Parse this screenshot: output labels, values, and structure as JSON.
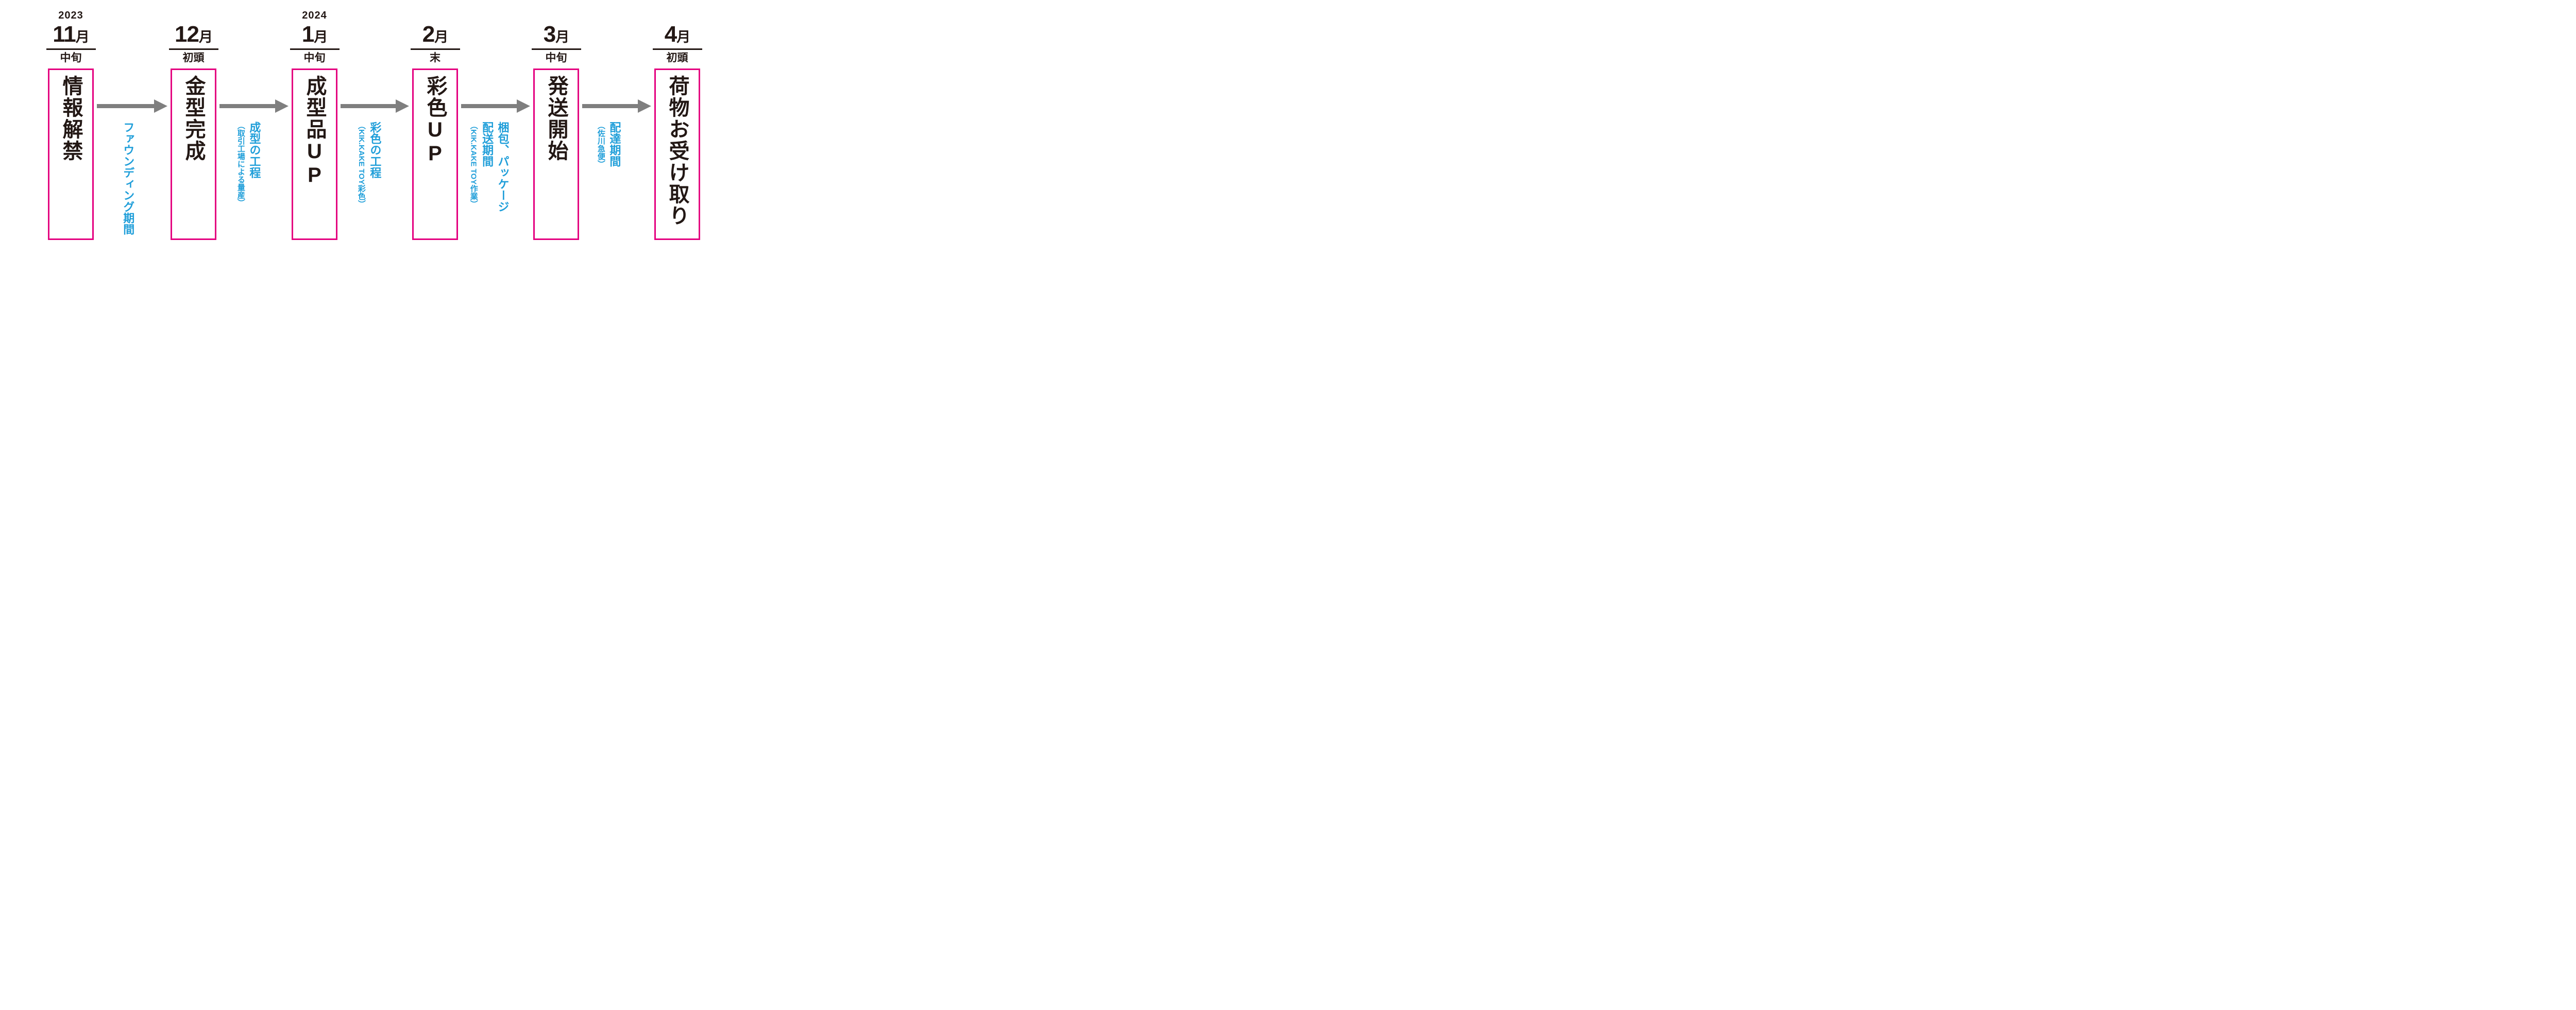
{
  "palette": {
    "ink": "#231815",
    "box_border": "#e4007f",
    "note_blue": "#1f9ed9",
    "arrow_gray": "#7f7f7f",
    "background": "#ffffff"
  },
  "timeline": {
    "steps": [
      {
        "year": "2023",
        "month": "11",
        "month_suffix": "月",
        "period": "中旬",
        "label": "情報解禁"
      },
      {
        "year": "",
        "month": "12",
        "month_suffix": "月",
        "period": "初頭",
        "label": "金型完成"
      },
      {
        "year": "2024",
        "month": "1",
        "month_suffix": "月",
        "period": "中旬",
        "label": "成型品UP"
      },
      {
        "year": "",
        "month": "2",
        "month_suffix": "月",
        "period": "末",
        "label": "彩色UP"
      },
      {
        "year": "",
        "month": "3",
        "month_suffix": "月",
        "period": "中旬",
        "label": "発送開始"
      },
      {
        "year": "",
        "month": "4",
        "month_suffix": "月",
        "period": "初頭",
        "label": "荷物お受け取り"
      }
    ],
    "transitions": [
      {
        "columns": [
          {
            "text": "ファウンディング期間",
            "style": "main"
          }
        ]
      },
      {
        "columns": [
          {
            "text": "成型の工程",
            "style": "main"
          },
          {
            "text": "（取引工場による量産）",
            "style": "note"
          }
        ]
      },
      {
        "columns": [
          {
            "text": "彩色の工程",
            "style": "main"
          },
          {
            "text": "（KIK.KAKE TOY彩色）",
            "style": "note"
          }
        ]
      },
      {
        "columns": [
          {
            "text": "梱包、パッケージ",
            "style": "main"
          },
          {
            "text": "配送期間",
            "style": "main"
          },
          {
            "text": "（KIK.KAKE TOY作業）",
            "style": "note"
          }
        ]
      },
      {
        "columns": [
          {
            "text": "配達期間",
            "style": "main"
          },
          {
            "text": "（佐川急便）",
            "style": "note"
          }
        ]
      }
    ]
  }
}
